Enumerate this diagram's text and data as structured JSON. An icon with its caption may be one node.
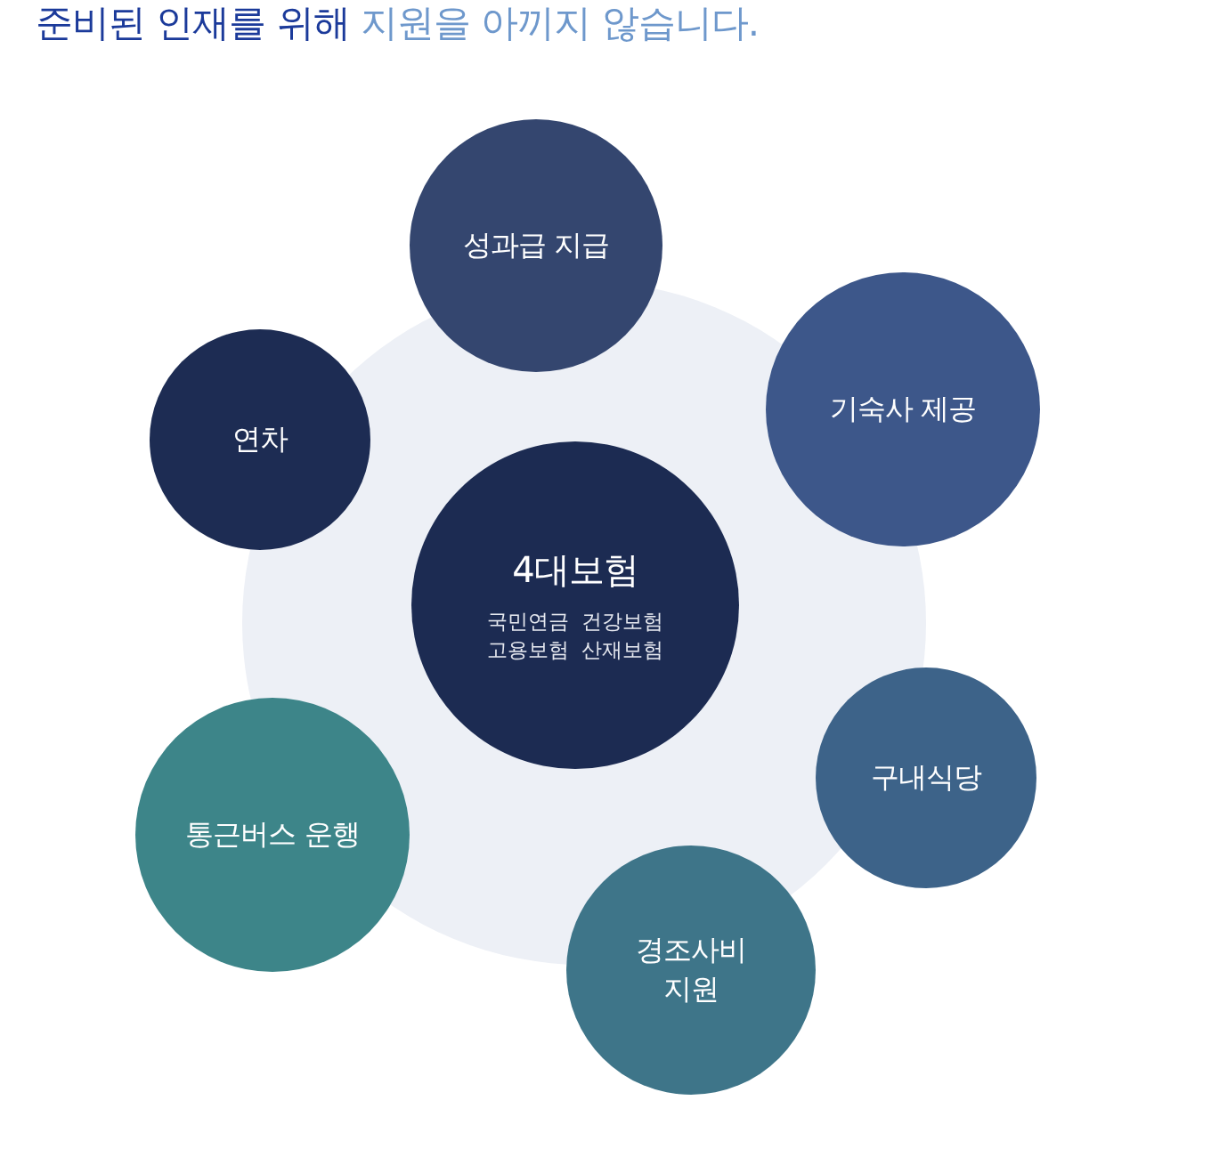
{
  "diagram": {
    "title": "**준비된 인재를 위해** 지원을 아끼지 않습니다.",
    "nodes": [
      {
        "text": [],
        "shape": "circle"
      },
      {
        "text": [
          "성과급 지급"
        ]
      },
      {
        "text": [
          "연차"
        ]
      },
      {
        "text": [
          "기숙사 제공"
        ]
      },
      {
        "text": [
          "4대보험",
          "국민연금 건강보험 고용보험 산재보험"
        ],
        "in": 0
      },
      {
        "text": [
          "구내식당"
        ]
      },
      {
        "text": [
          "통근버스 운행"
        ]
      },
      {
        "text": [
          "경조사비 지원"
        ]
      }
    ]
  }
}
